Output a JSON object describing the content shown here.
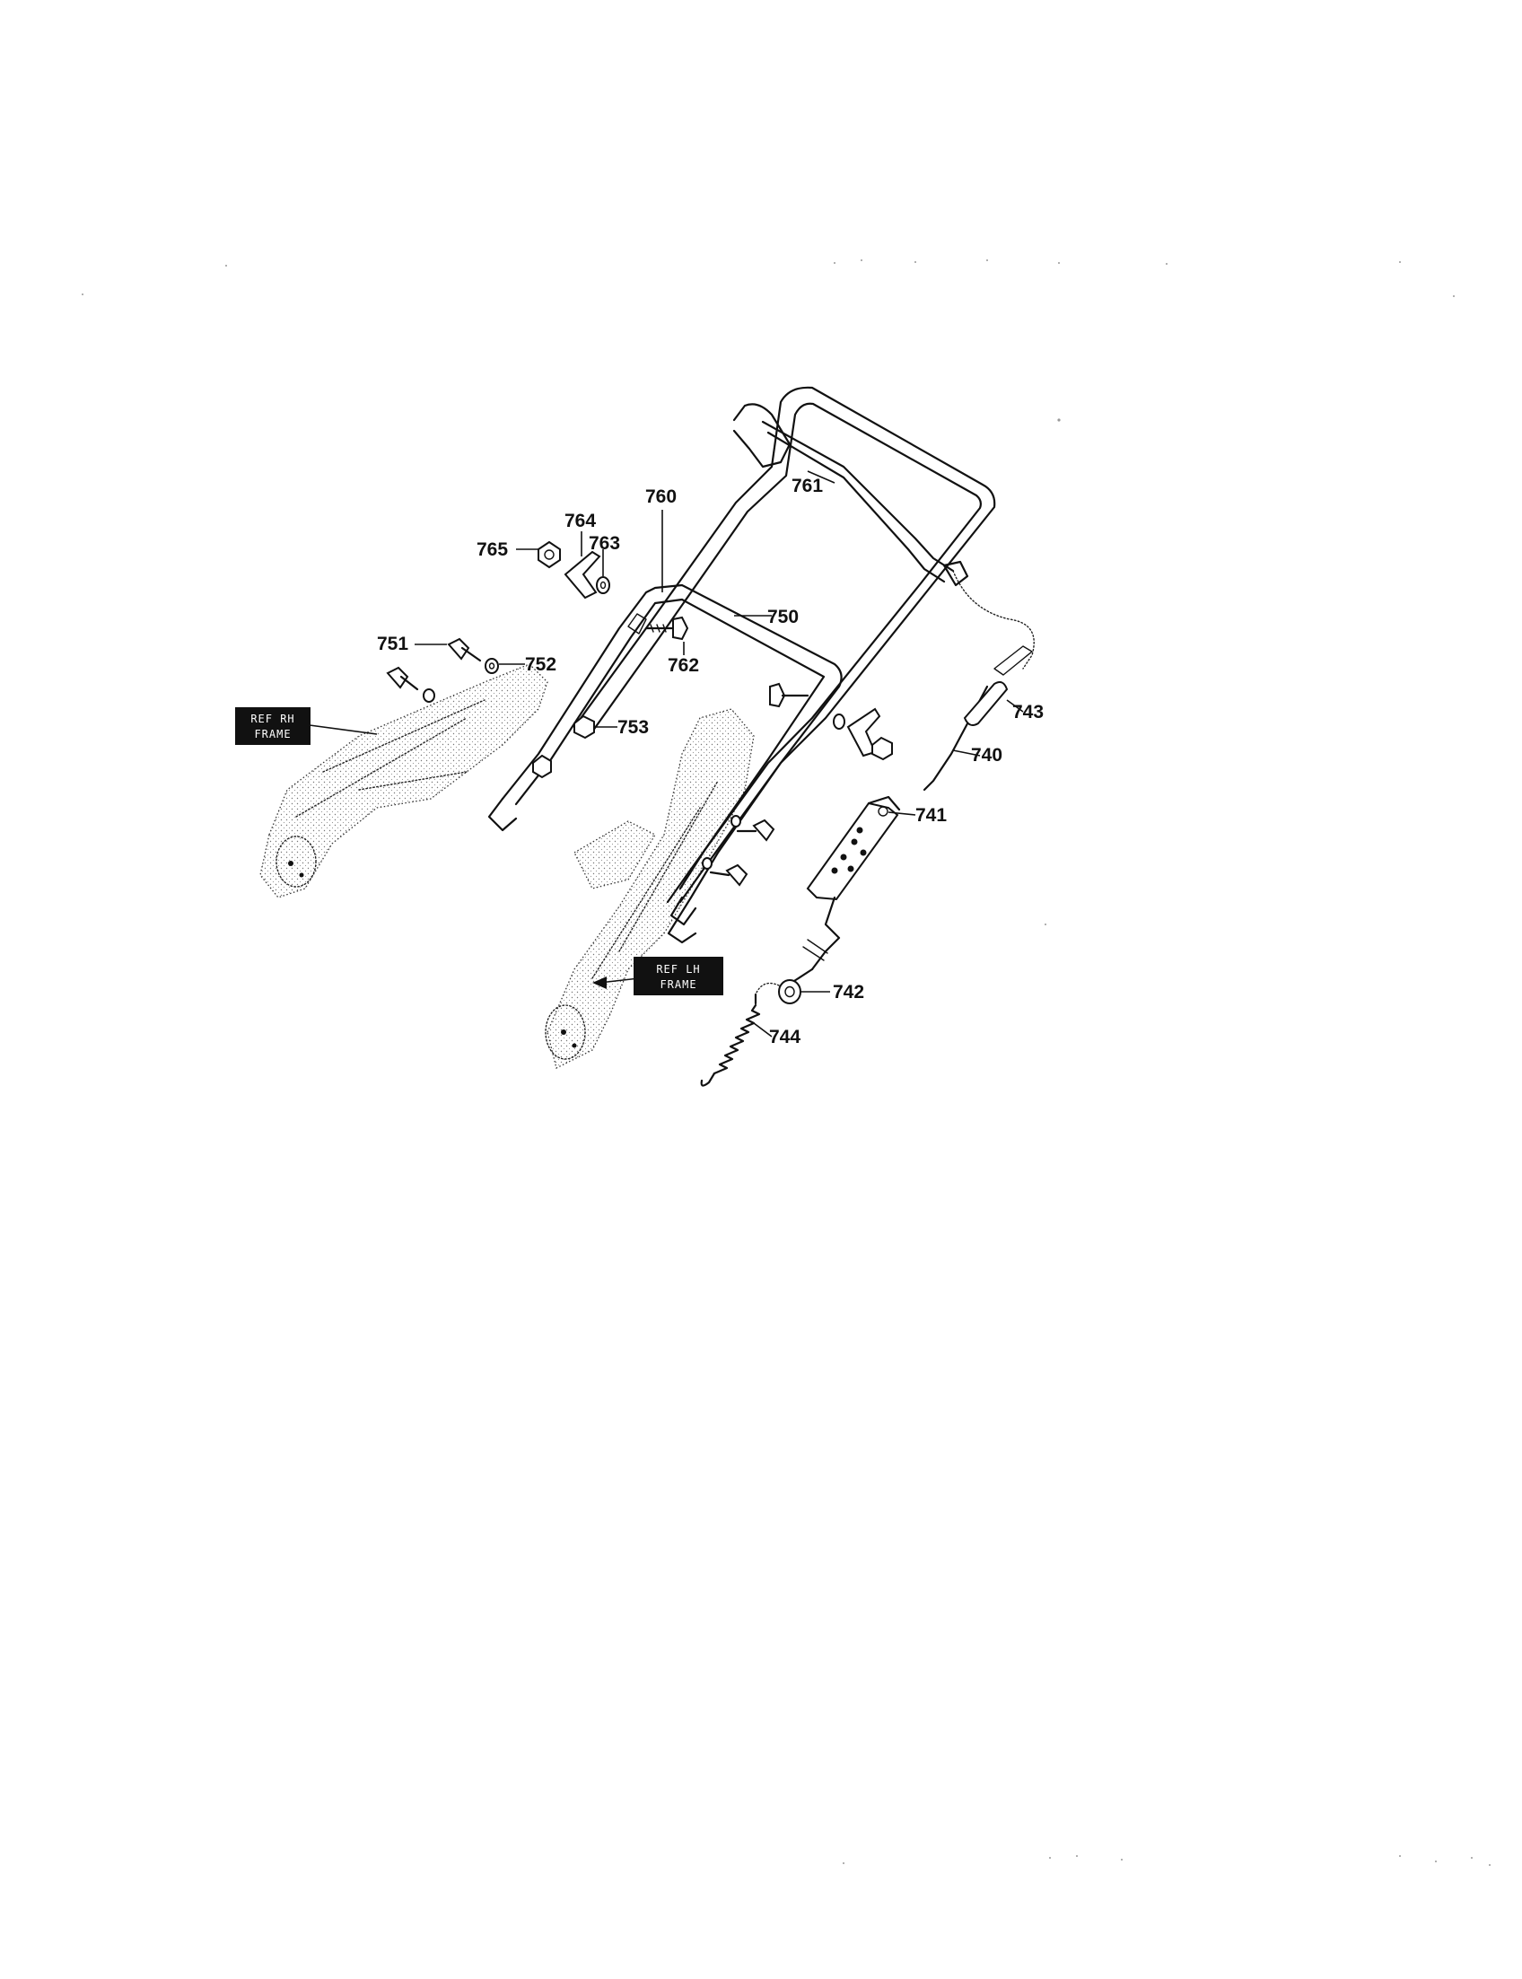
{
  "diagram": {
    "callouts": {
      "p740": "740",
      "p741": "741",
      "p742": "742",
      "p743": "743",
      "p744": "744",
      "p750": "750",
      "p751": "751",
      "p752": "752",
      "p753": "753",
      "p760": "760",
      "p761": "761",
      "p762": "762",
      "p763": "763",
      "p764": "764",
      "p765": "765"
    },
    "ref_rh_frame": {
      "line1": "REF RH",
      "line2": "FRAME"
    },
    "ref_lh_frame": {
      "line1": "REF LH",
      "line2": "FRAME"
    }
  }
}
